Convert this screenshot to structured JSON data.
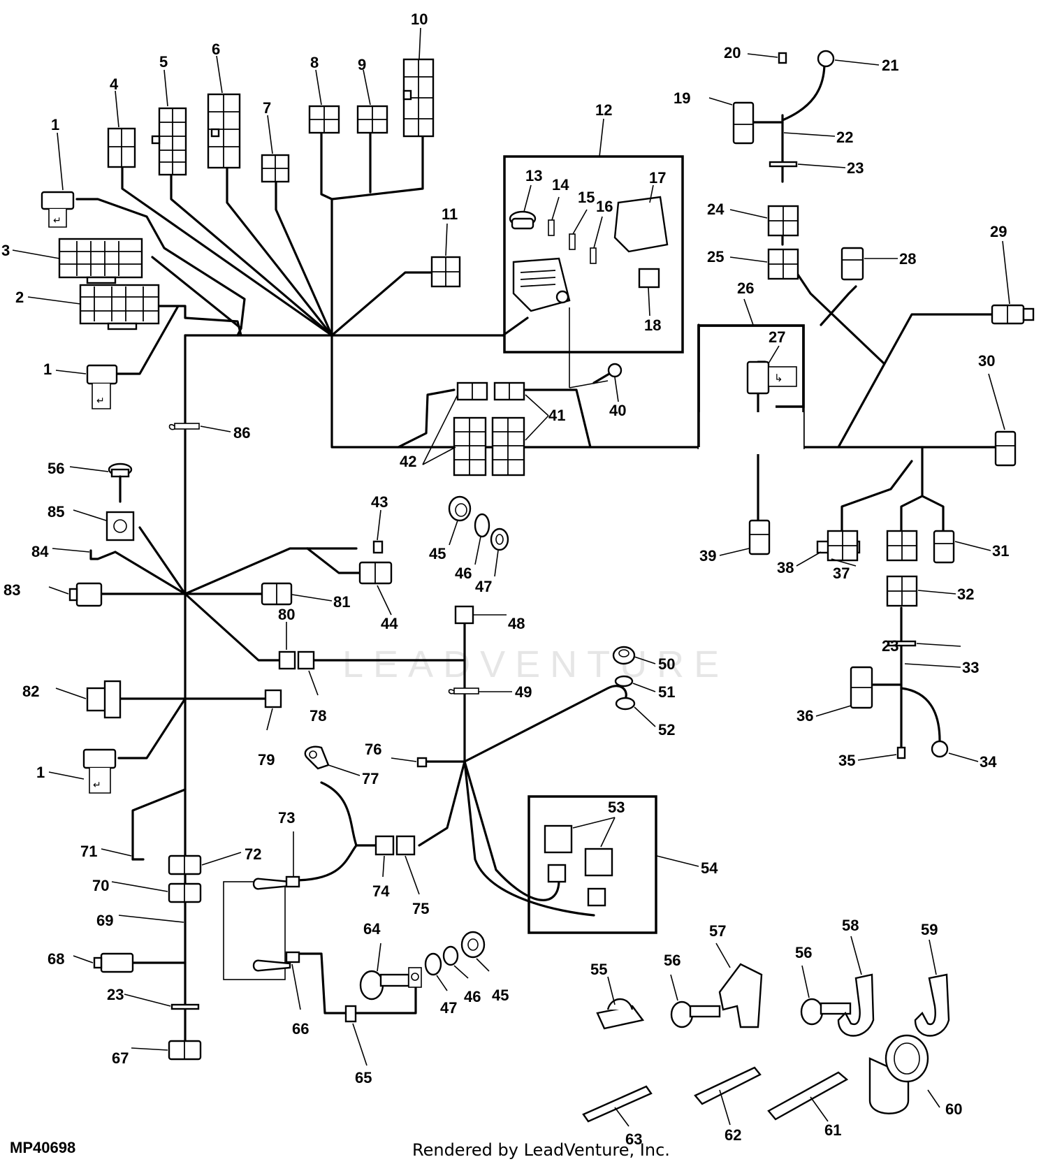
{
  "figure_id": "MP40698",
  "credit": "Rendered by LeadVenture, Inc.",
  "watermark": "LEADVENTURE",
  "callouts": [
    "1",
    "1",
    "1",
    "2",
    "3",
    "4",
    "5",
    "6",
    "7",
    "8",
    "9",
    "10",
    "11",
    "12",
    "13",
    "14",
    "15",
    "16",
    "17",
    "18",
    "19",
    "20",
    "21",
    "22",
    "23",
    "23",
    "23",
    "24",
    "25",
    "26",
    "27",
    "28",
    "29",
    "30",
    "31",
    "32",
    "33",
    "34",
    "35",
    "36",
    "37",
    "38",
    "39",
    "40",
    "41",
    "42",
    "43",
    "44",
    "45",
    "45",
    "46",
    "46",
    "47",
    "47",
    "48",
    "49",
    "50",
    "51",
    "52",
    "53",
    "54",
    "55",
    "56",
    "56",
    "56",
    "57",
    "58",
    "59",
    "60",
    "61",
    "62",
    "63",
    "64",
    "65",
    "66",
    "67",
    "68",
    "69",
    "70",
    "71",
    "72",
    "73",
    "74",
    "75",
    "76",
    "77",
    "78",
    "79",
    "80",
    "81",
    "82",
    "83",
    "84",
    "85",
    "86"
  ]
}
